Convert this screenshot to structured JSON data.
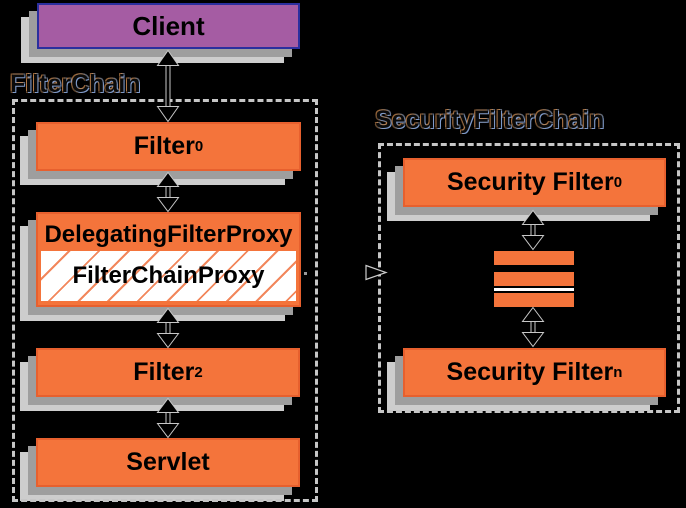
{
  "client": {
    "label": "Client"
  },
  "filterchain": {
    "title": "FilterChain",
    "filter0": {
      "text": "Filter",
      "sub": "0"
    },
    "delegating": {
      "text": "DelegatingFilterProxy"
    },
    "proxy": {
      "text": "FilterChainProxy"
    },
    "filter2": {
      "text": "Filter",
      "sub": "2"
    },
    "servlet": {
      "text": "Servlet"
    }
  },
  "securitychain": {
    "title": "SecurityFilterChain",
    "filter0": {
      "text": "Security Filter",
      "sub": "0"
    },
    "filtern": {
      "text": "Security Filter",
      "sub": "n"
    },
    "stack_bar_count": 3
  },
  "colors": {
    "background": "#000000",
    "box_orange": "#f4743b",
    "box_orange_border": "#e7602e",
    "client_purple": "#a55ca3",
    "client_border": "#2b2f9e",
    "shadow_dark": "#9e9e9e",
    "shadow_light": "#cdcdcd",
    "dash_border": "#c6c6c6",
    "hatch_line": "#f2875c",
    "hatch_bg": "#ffffff",
    "arrow_fill": "#000000",
    "arrow_outline": "#c8c8c8",
    "text": "#000000"
  }
}
